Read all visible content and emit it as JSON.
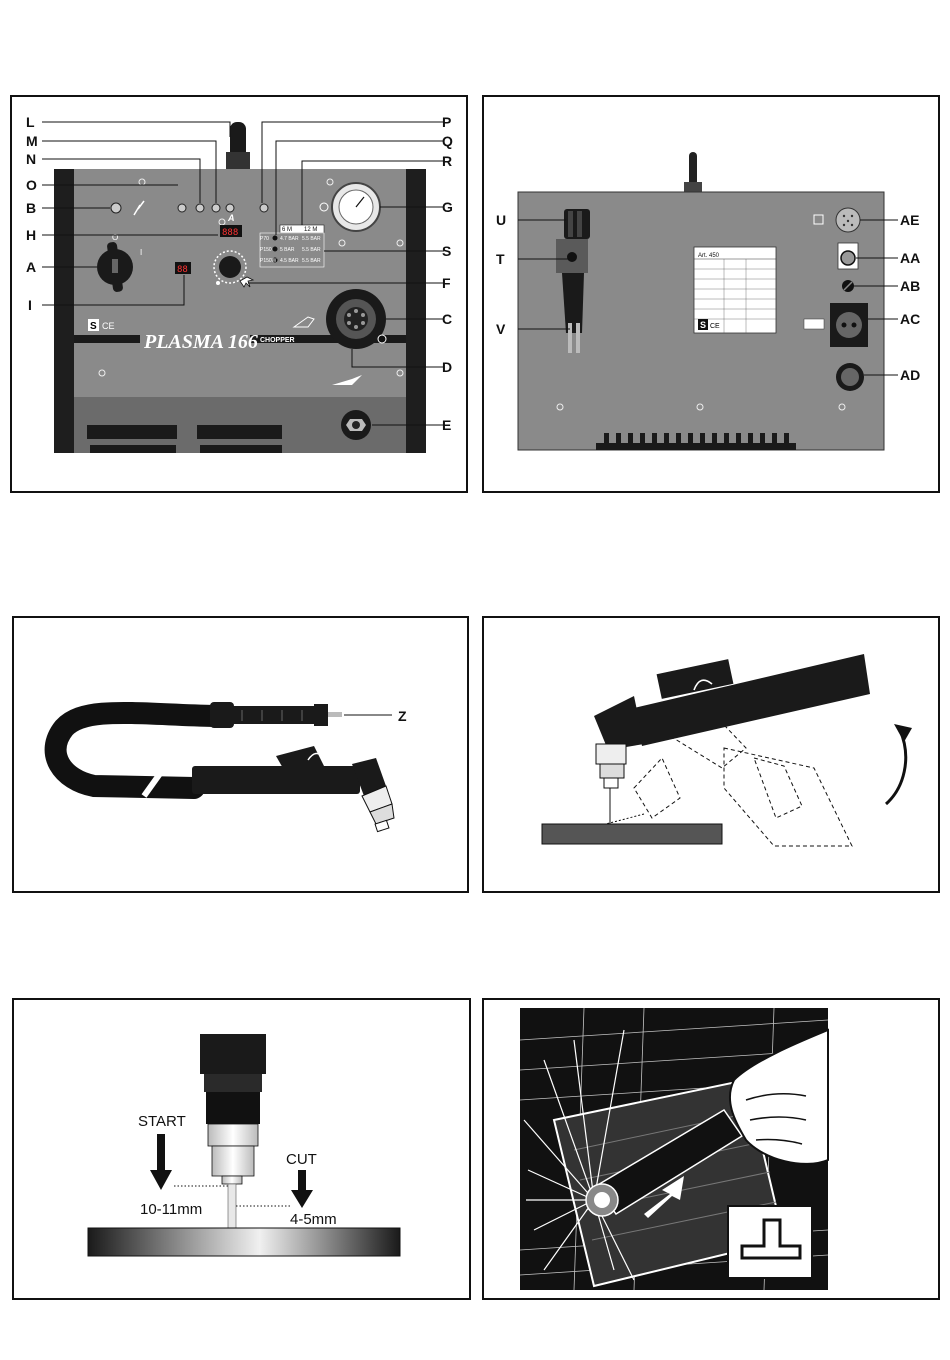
{
  "front_panel": {
    "labels_left": [
      "L",
      "M",
      "N",
      "O",
      "B",
      "H",
      "A",
      "I"
    ],
    "labels_right": [
      "P",
      "Q",
      "R",
      "G",
      "S",
      "F",
      "C",
      "D",
      "E"
    ],
    "brand": "PLASMA 166",
    "subbrand": "CHOPPER",
    "unit": "A",
    "display_main": "888",
    "display_small": "88",
    "switch_off": "O",
    "switch_on": "I",
    "pressure_header": [
      "6 M",
      "12 M"
    ],
    "pressure_rows": [
      {
        "name": "P70",
        "v1": "4.7 BAR",
        "v2": "5.5 BAR"
      },
      {
        "name": "P150",
        "v1": "5 BAR",
        "v2": "5.5 BAR"
      },
      {
        "name": "P150W",
        "v1": "4.5 BAR",
        "v2": "5.5 BAR"
      }
    ],
    "logo": "S",
    "ce": "CE"
  },
  "rear_panel": {
    "labels_left": [
      "U",
      "T",
      "V"
    ],
    "labels_right": [
      "AE",
      "AA",
      "AB",
      "AC",
      "AD"
    ],
    "plate_title": "Art. 450",
    "logo": "S",
    "ce": "CE"
  },
  "torch_panel": {
    "label": "Z"
  },
  "cut_panel": {
    "start_label": "START",
    "cut_label": "CUT",
    "start_distance": "10-11mm",
    "cut_distance": "4-5mm"
  },
  "colors": {
    "panel_gray": "#8a8a8a",
    "dark": "#1a1a1a",
    "ink": "#111111"
  }
}
